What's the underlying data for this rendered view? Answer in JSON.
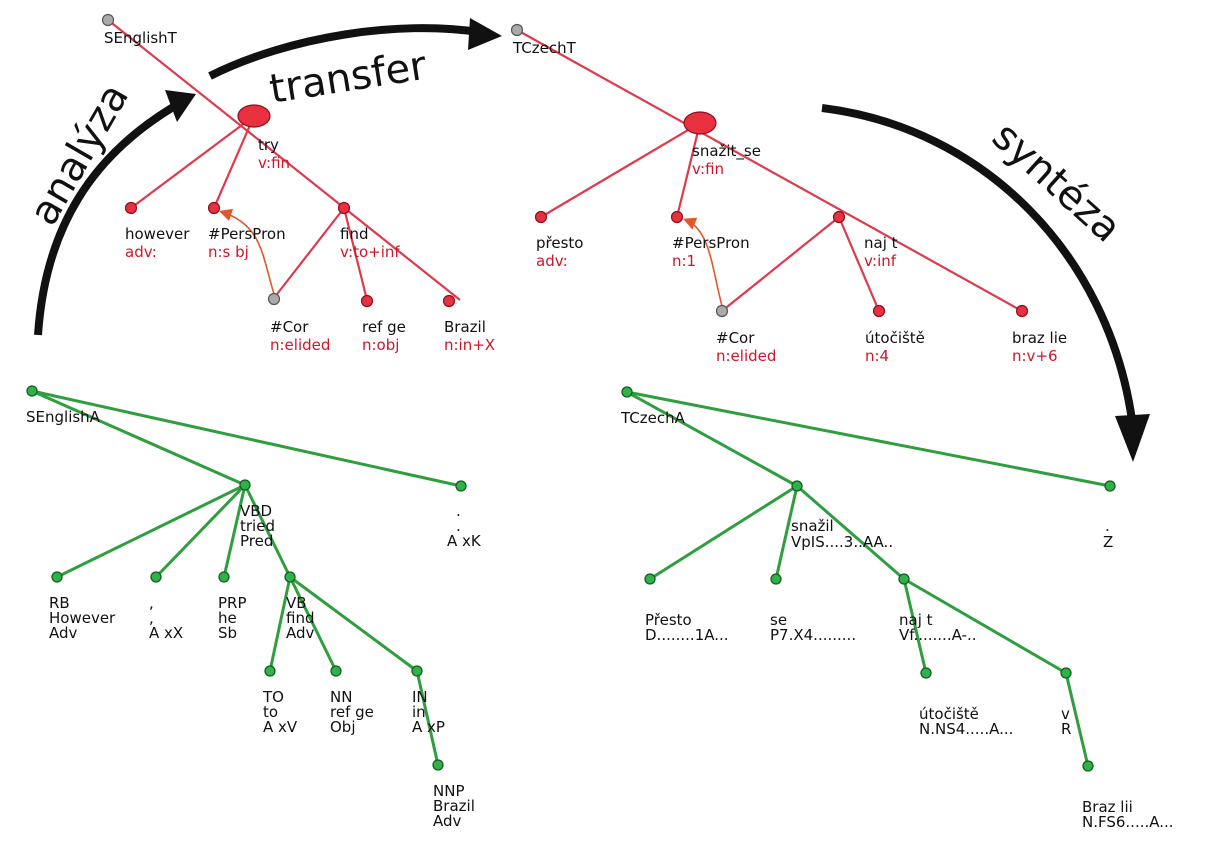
{
  "stage_labels": {
    "analysis": "analýza",
    "transfer": "transfer",
    "synthesis": "syntéza"
  },
  "en_t_tree": {
    "root": "SEnglishT",
    "try": [
      "try",
      "v:fin"
    ],
    "however": [
      "however",
      "adv:"
    ],
    "perspron": [
      "#PersPron",
      "n:s  bj"
    ],
    "find": [
      "find",
      "v:to+inf"
    ],
    "cor": [
      "#Cor",
      "n:elided"
    ],
    "refuge": [
      "ref  ge",
      "n:obj"
    ],
    "brazil": [
      "Brazil",
      "n:in+X"
    ]
  },
  "cz_t_tree": {
    "root": "TCzechT",
    "snazit": [
      "snažit_se",
      "v:fin"
    ],
    "presto": [
      "přesto",
      "adv:"
    ],
    "perspron": [
      "#PersPron",
      "n:1"
    ],
    "najit": [
      "naj t",
      "v:inf"
    ],
    "cor": [
      "#Cor",
      "n:elided"
    ],
    "utociste": [
      "útočiště",
      "n:4"
    ],
    "brazilie": [
      "braz lie",
      "n:v+6"
    ]
  },
  "en_a_tree": {
    "root": "SEnglishA",
    "tried": [
      "VBD",
      "tried",
      "Pred"
    ],
    "period": [
      ".",
      ".",
      "A  xK"
    ],
    "however": [
      "RB",
      "However",
      "Adv"
    ],
    "comma": [
      ",",
      ",",
      "A  xX"
    ],
    "he": [
      "PRP",
      "he",
      "Sb"
    ],
    "find": [
      "VB",
      "find",
      "Adv"
    ],
    "to": [
      "TO",
      "to",
      "A  xV"
    ],
    "refuge": [
      "NN",
      "ref  ge",
      "Obj"
    ],
    "in": [
      "IN",
      "in",
      "A  xP"
    ],
    "brazil": [
      "NNP",
      "Brazil",
      "Adv"
    ]
  },
  "cz_a_tree": {
    "root": "TCzechA",
    "snazil": [
      "snažil",
      "VpIS....3..AA.."
    ],
    "period": [
      ".",
      "Z"
    ],
    "presto": [
      "Přesto",
      "D........1A..."
    ],
    "se": [
      "se",
      "P7.X4........."
    ],
    "najit": [
      "naj t",
      "Vf........A-.."
    ],
    "utociste": [
      "útočiště",
      "N.NS4.....A..."
    ],
    "v": [
      "v",
      "R"
    ],
    "brazilii": [
      "Braz lii",
      "N.FS6.....A..."
    ]
  }
}
